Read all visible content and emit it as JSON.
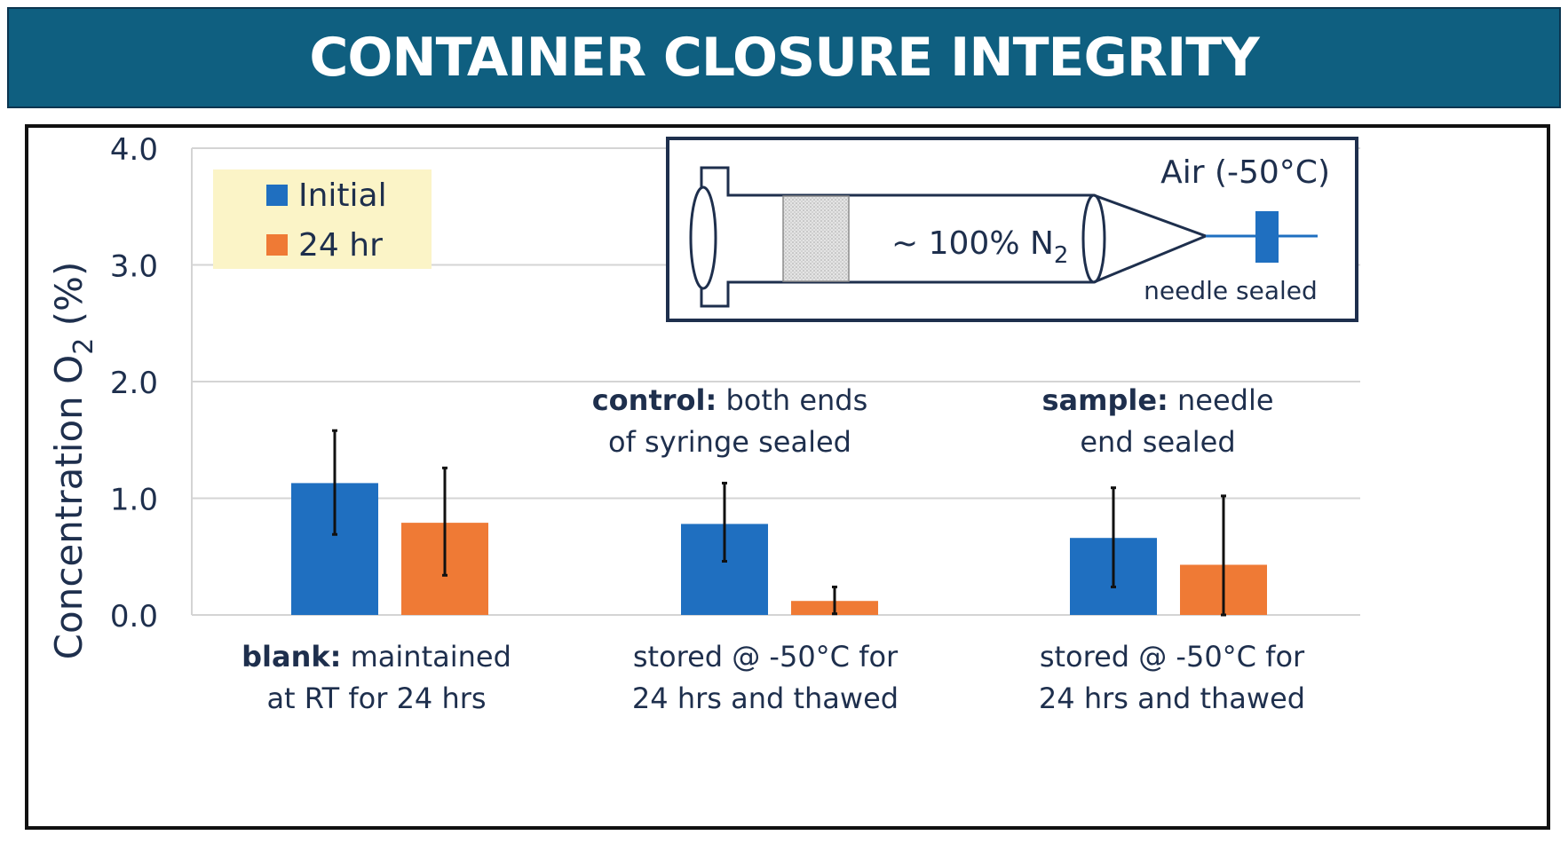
{
  "title": "CONTAINER CLOSURE INTEGRITY",
  "colors": {
    "banner": "#0f5f80",
    "initial": "#1f6fc0",
    "hr24": "#ef7a35",
    "text": "#1e2f4d",
    "legend_bg": "#fbf4c7"
  },
  "chart_data": {
    "type": "bar",
    "ylabel_text": "Concentration O",
    "ylabel_sub": "2",
    "ylabel_suffix": " (%)",
    "ylim": [
      0,
      4
    ],
    "yticks": [
      "0.0",
      "1.0",
      "2.0",
      "3.0",
      "4.0"
    ],
    "grid": true,
    "legend_position": "top-left",
    "categories": [
      "blank",
      "control",
      "sample"
    ],
    "series": [
      {
        "name": "Initial",
        "color": "#1f6fc0",
        "values": [
          1.13,
          0.78,
          0.66
        ],
        "err_low": [
          0.69,
          0.46,
          0.24
        ],
        "err_high": [
          1.58,
          1.13,
          1.09
        ]
      },
      {
        "name": "24 hr",
        "color": "#ef7a35",
        "values": [
          0.79,
          0.12,
          0.43
        ],
        "err_low": [
          0.34,
          0.01,
          0.0
        ],
        "err_high": [
          1.26,
          0.24,
          1.02
        ]
      }
    ],
    "bottom_labels": [
      {
        "bold": "blank:",
        "line1": " maintained",
        "line2": "at RT for 24 hrs"
      },
      {
        "bold": "",
        "line1": "stored @ -50°C for",
        "line2": "24 hrs and thawed"
      },
      {
        "bold": "",
        "line1": "stored @ -50°C for",
        "line2": "24 hrs and thawed"
      }
    ],
    "annotations": [
      {
        "bold": "control:",
        "line1": " both ends",
        "line2": "of syringe sealed"
      },
      {
        "bold": "sample:",
        "line1": " needle",
        "line2": "end sealed"
      }
    ]
  },
  "diagram": {
    "air_label": "Air (-50°C)",
    "n2_label": "~ 100% N",
    "n2_sub": "2",
    "needle_label": "needle sealed"
  }
}
